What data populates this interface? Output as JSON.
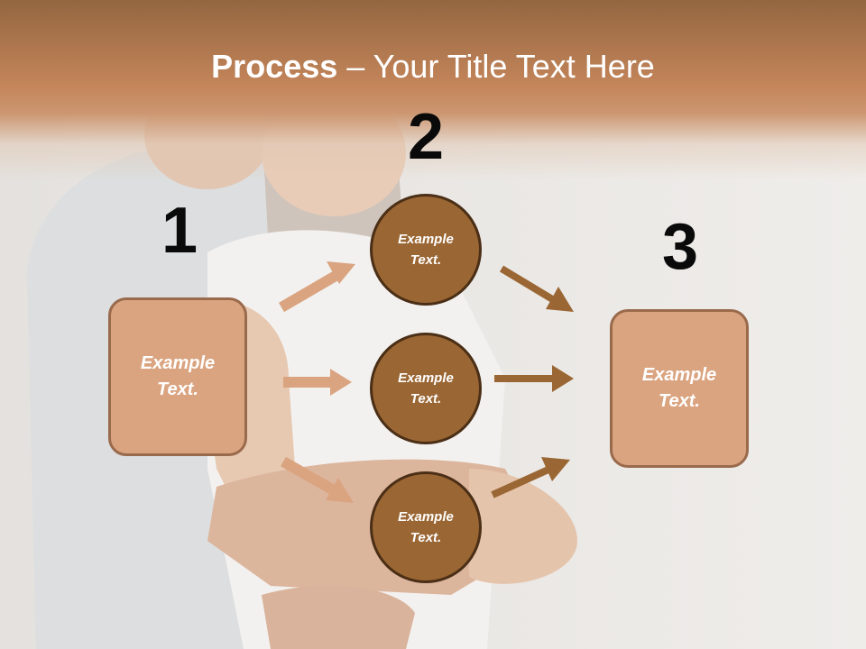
{
  "title": {
    "bold": "Process",
    "rest": " – Your Title Text Here"
  },
  "steps": [
    {
      "number": "1",
      "box": {
        "text": "Example\nText."
      }
    },
    {
      "number": "2",
      "circles": [
        {
          "text": "Example\nText."
        },
        {
          "text": "Example\nText."
        },
        {
          "text": "Example\nText."
        }
      ]
    },
    {
      "number": "3",
      "box": {
        "text": "Example\nText."
      }
    }
  ],
  "colors": {
    "header": "#c4855a",
    "box_fill": "#daa480",
    "box_border": "#9a6a4c",
    "circle_fill": "#9a6633",
    "circle_border": "#4a2e16",
    "arrow_light": "#daa480",
    "arrow_dark": "#9a6633"
  },
  "background": {
    "image": "faded photo of an embracing couple"
  }
}
